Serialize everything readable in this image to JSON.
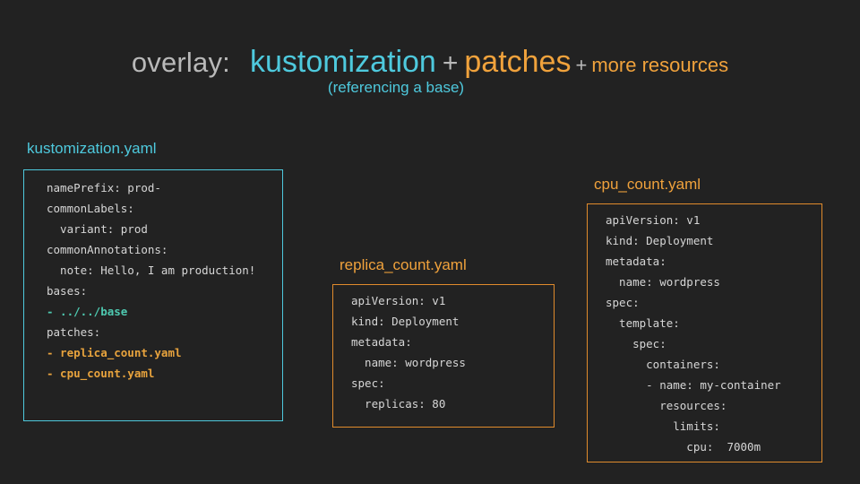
{
  "slide": {
    "background_color": "#222222",
    "heading": {
      "prefix": "overlay:",
      "term_1": "kustomization",
      "operator_1": "+",
      "term_2": "patches",
      "operator_2": "+",
      "term_3": "more resources",
      "subtitle": "(referencing a base)"
    },
    "colors": {
      "cyan": "#4ec9dd",
      "orange": "#f0a23c",
      "gray": "#b9b9b9",
      "code_text": "#d6d6d6",
      "highlight_cyan": "#4ec9b0",
      "highlight_orange": "#e8a33d"
    }
  },
  "panels": [
    {
      "label": "kustomization.yaml",
      "accent": "#4ec9dd",
      "lines": [
        "namePrefix: prod-",
        "commonLabels:",
        "  variant: prod",
        "commonAnnotations:",
        "  note: Hello, I am production!",
        "bases:",
        "- ../../base",
        "patches:",
        "- replica_count.yaml",
        "- cpu_count.yaml"
      ]
    },
    {
      "label": "replica_count.yaml",
      "accent": "#f0a23c",
      "lines": [
        "apiVersion: v1",
        "kind: Deployment",
        "metadata:",
        "  name: wordpress",
        "spec:",
        "  replicas: 80"
      ]
    },
    {
      "label": "cpu_count.yaml",
      "accent": "#f0a23c",
      "lines": [
        "apiVersion: v1",
        "kind: Deployment",
        "metadata:",
        "  name: wordpress",
        "spec:",
        "  template:",
        "    spec:",
        "      containers:",
        "      - name: my-container",
        "        resources:",
        "          limits:",
        "            cpu:  7000m"
      ]
    }
  ]
}
